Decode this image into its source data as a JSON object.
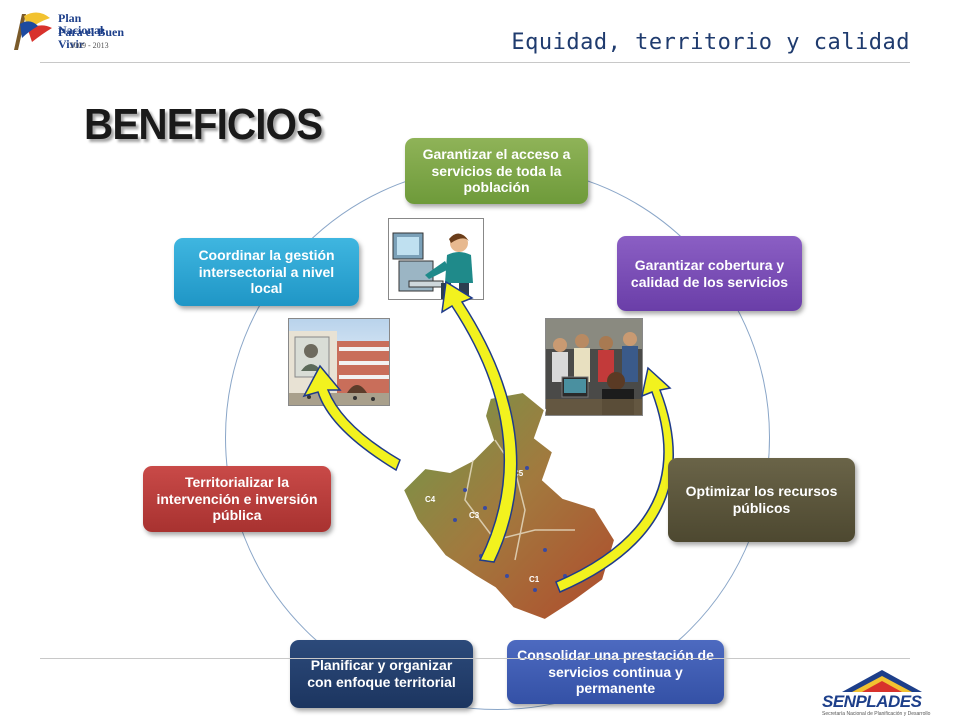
{
  "header": {
    "logo_line1": "Plan Nacional",
    "logo_line2": "Para el Buen Vivir",
    "logo_years": "2009 - 2013",
    "tagline": "Equidad, territorio y calidad"
  },
  "slide": {
    "title": "BENEFICIOS"
  },
  "benefits": [
    {
      "label": "Garantizar el acceso a servicios de toda la población",
      "color": "#7aa444"
    },
    {
      "label": "Garantizar cobertura y calidad de los servicios",
      "color": "#7a4fb8"
    },
    {
      "label": "Optimizar los recursos públicos",
      "color": "#5c5639"
    },
    {
      "label": "Consolidar una prestación de servicios continua y permanente",
      "color": "#3f5db3"
    },
    {
      "label": "Planificar y organizar con enfoque territorial",
      "color": "#244070"
    },
    {
      "label": "Territorializar la intervención e inversión pública",
      "color": "#b93d3b"
    },
    {
      "label": "Coordinar la gestión intersectorial a nivel local",
      "color": "#2aa6d6"
    }
  ],
  "map_labels": [
    "C5",
    "C4",
    "C3",
    "C1"
  ],
  "footer": {
    "brand": "SENPLADES",
    "subtitle": "Secretaría Nacional de Planificación y Desarrollo"
  },
  "colors": {
    "arrow_fill": "#f2f21e",
    "arrow_stroke": "#1f3b8a",
    "ring": "#8aa6c8"
  }
}
